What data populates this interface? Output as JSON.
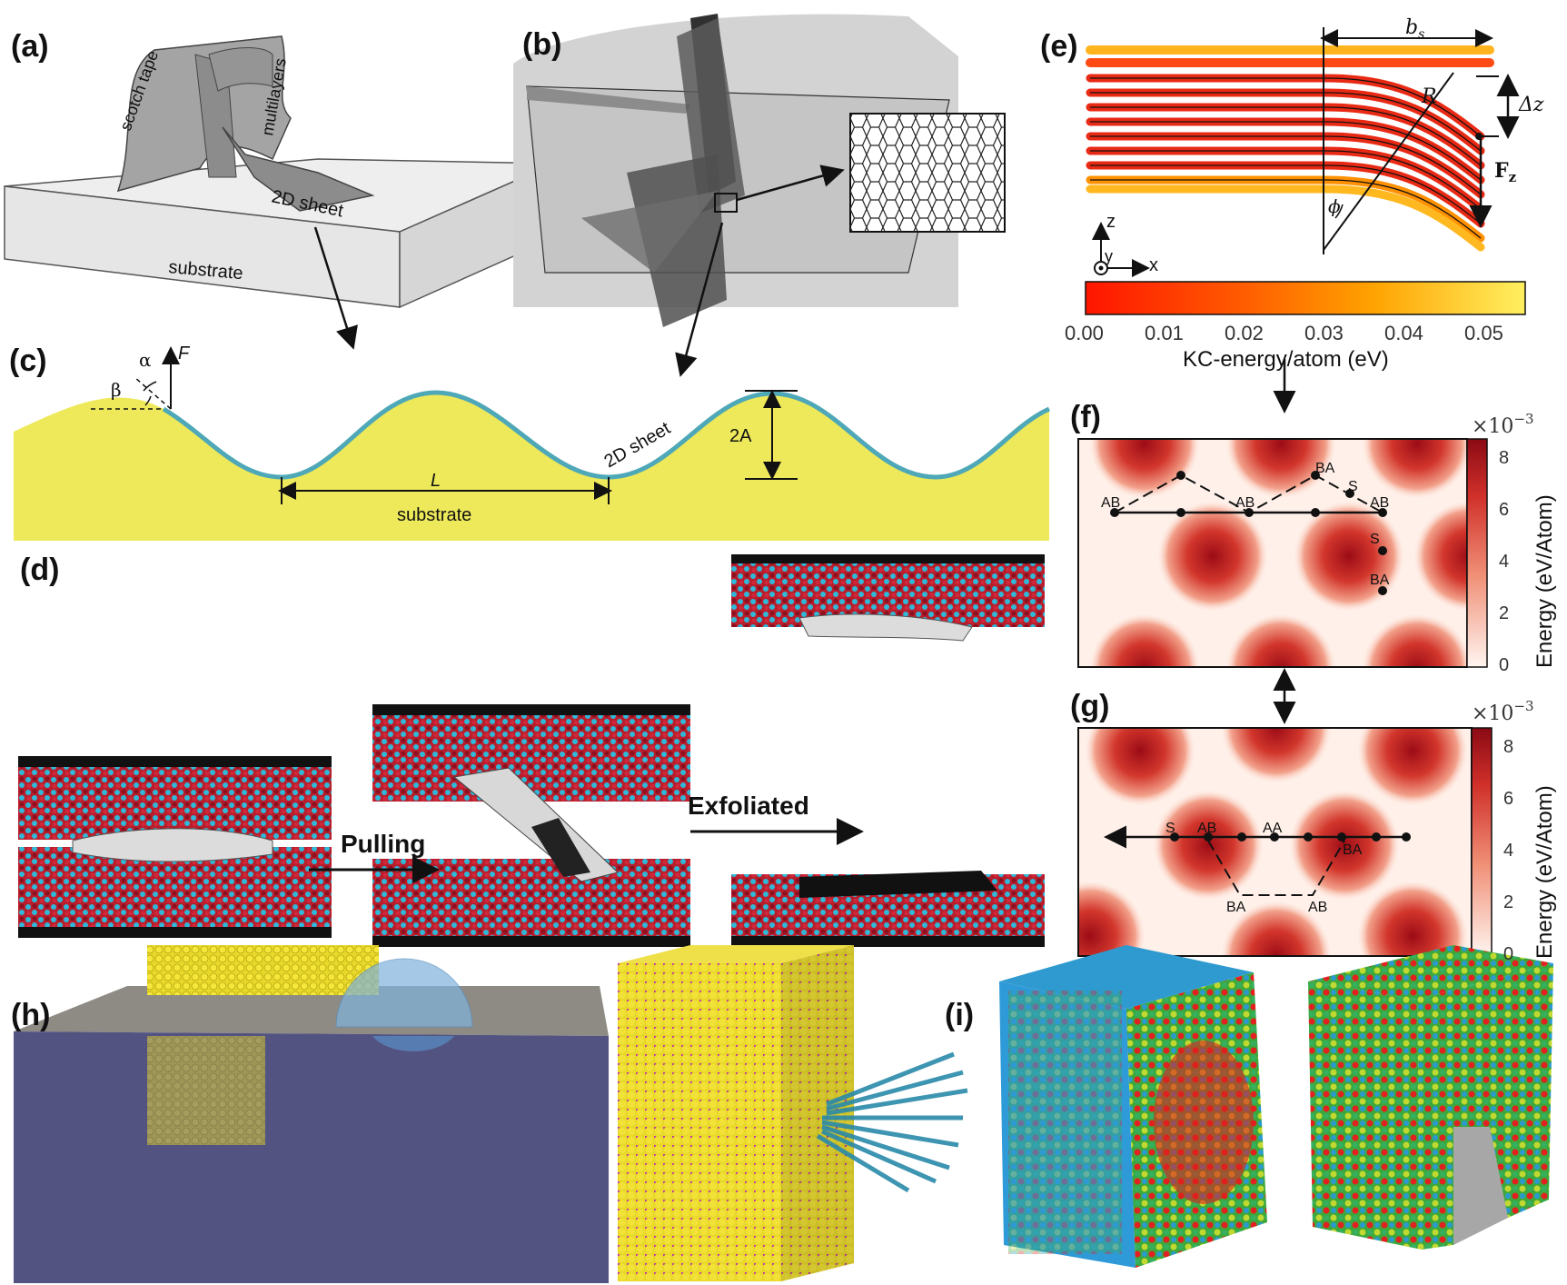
{
  "panels": {
    "a": {
      "label": "(a)",
      "scotch_tape": "scotch tape",
      "multilayers": "multilayers",
      "sheet": "2D sheet",
      "substrate": "substrate"
    },
    "b": {
      "label": "(b)"
    },
    "c": {
      "label": "(c)",
      "alpha": "α",
      "beta": "β",
      "force": "F",
      "amplitude": "2A",
      "wavelength": "L",
      "sheet": "2D sheet",
      "substrate": "substrate"
    },
    "d": {
      "label": "(d)",
      "pulling": "Pulling",
      "exfoliated": "Exfoliated"
    },
    "e": {
      "label": "(e)",
      "bs": "b",
      "bs_sub": "s",
      "dz": "Δz",
      "R": "R",
      "phi": "ϕ",
      "Fz": "F",
      "Fz_sub": "z",
      "axis_z": "z",
      "axis_y": "y",
      "axis_x": "x",
      "colorbar_ticks": [
        "0.00",
        "0.01",
        "0.02",
        "0.03",
        "0.04",
        "0.05"
      ],
      "colorbar_title": "KC-energy/atom (eV)"
    },
    "f": {
      "label": "(f)",
      "multiplier": "×10",
      "multiplier_exp": "−3",
      "cbar_title": "Energy (eV/Atom)",
      "cbar_ticks": [
        "8",
        "6",
        "4",
        "2",
        "0"
      ],
      "sites": [
        "AB",
        "AB",
        "BA",
        "S",
        "AB",
        "S",
        "BA"
      ]
    },
    "g": {
      "label": "(g)",
      "multiplier": "×10",
      "multiplier_exp": "−3",
      "cbar_title": "Energy (eV/Atom)",
      "cbar_ticks": [
        "8",
        "6",
        "4",
        "2",
        "0"
      ],
      "sites": [
        "S",
        "AB",
        "AA",
        "BA",
        "BA",
        "AB"
      ]
    },
    "h": {
      "label": "(h)"
    },
    "i": {
      "label": "(i)"
    }
  },
  "colors": {
    "substrate_yellow": "#eee95a",
    "sheet_teal": "#4ea8b8",
    "heat_dark": "#b0151a",
    "colorbar_start": "#ff1a00",
    "colorbar_end": "#ffee55"
  }
}
